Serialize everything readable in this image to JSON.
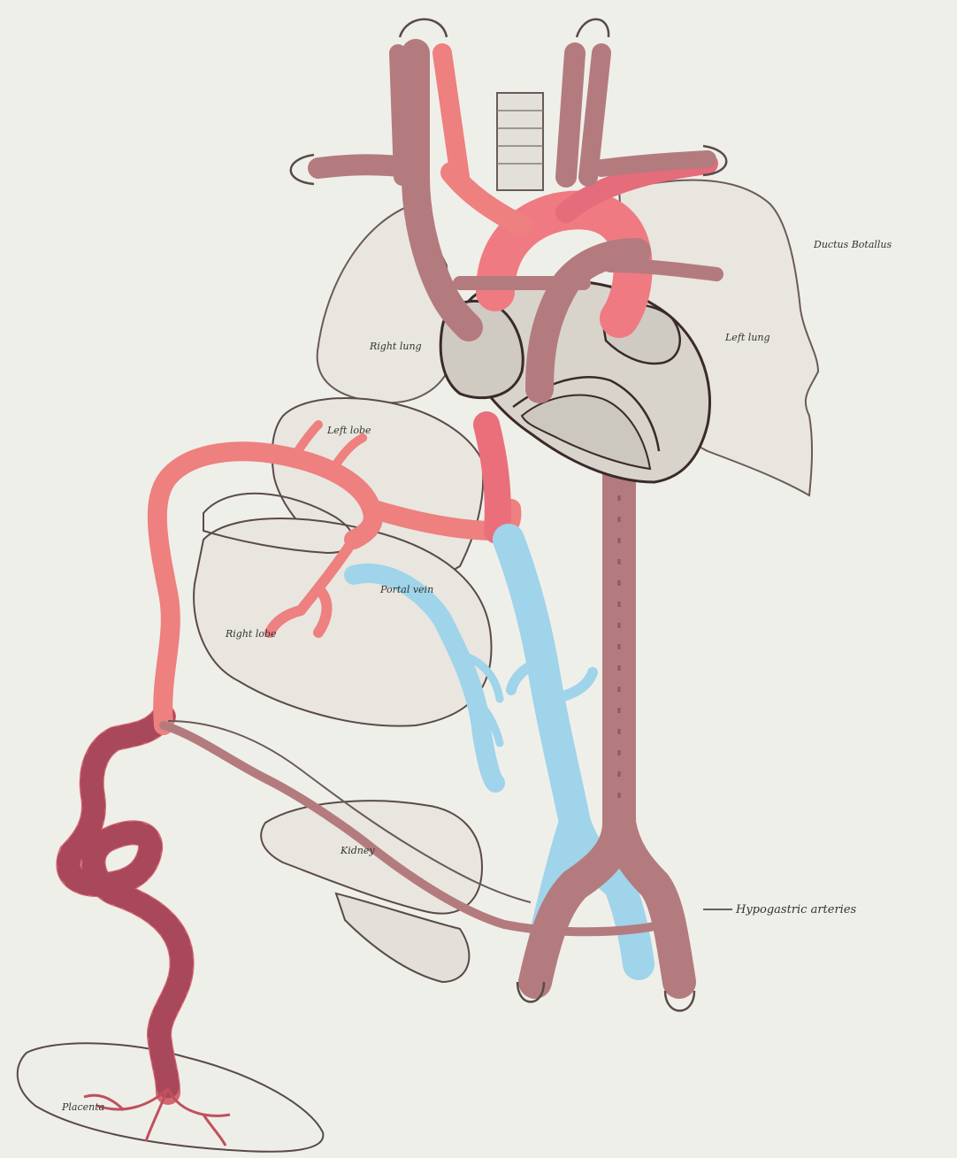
{
  "figure": {
    "labels": {
      "ductus_botallus": "Ductus Botallus",
      "right_lung": "Right lung",
      "left_lung": "Left lung",
      "left_lobe": "Left lobe",
      "right_lobe": "Right lobe",
      "portal_vein": "Portal vein",
      "kidney": "Kidney",
      "placenta": "Placenta",
      "hypogastric_arteries": "Hypogastric arteries"
    },
    "colors": {
      "background": "#efefe9",
      "artery_red": "#ee8080",
      "aorta_red": "#f07a82",
      "mixed_mauve": "#b47b7e",
      "vein_blue": "#9fd4ea",
      "outline": "#4a3a3a",
      "organ_fill": "#e8e6df",
      "heart_fill": "#d8d4cc"
    }
  }
}
